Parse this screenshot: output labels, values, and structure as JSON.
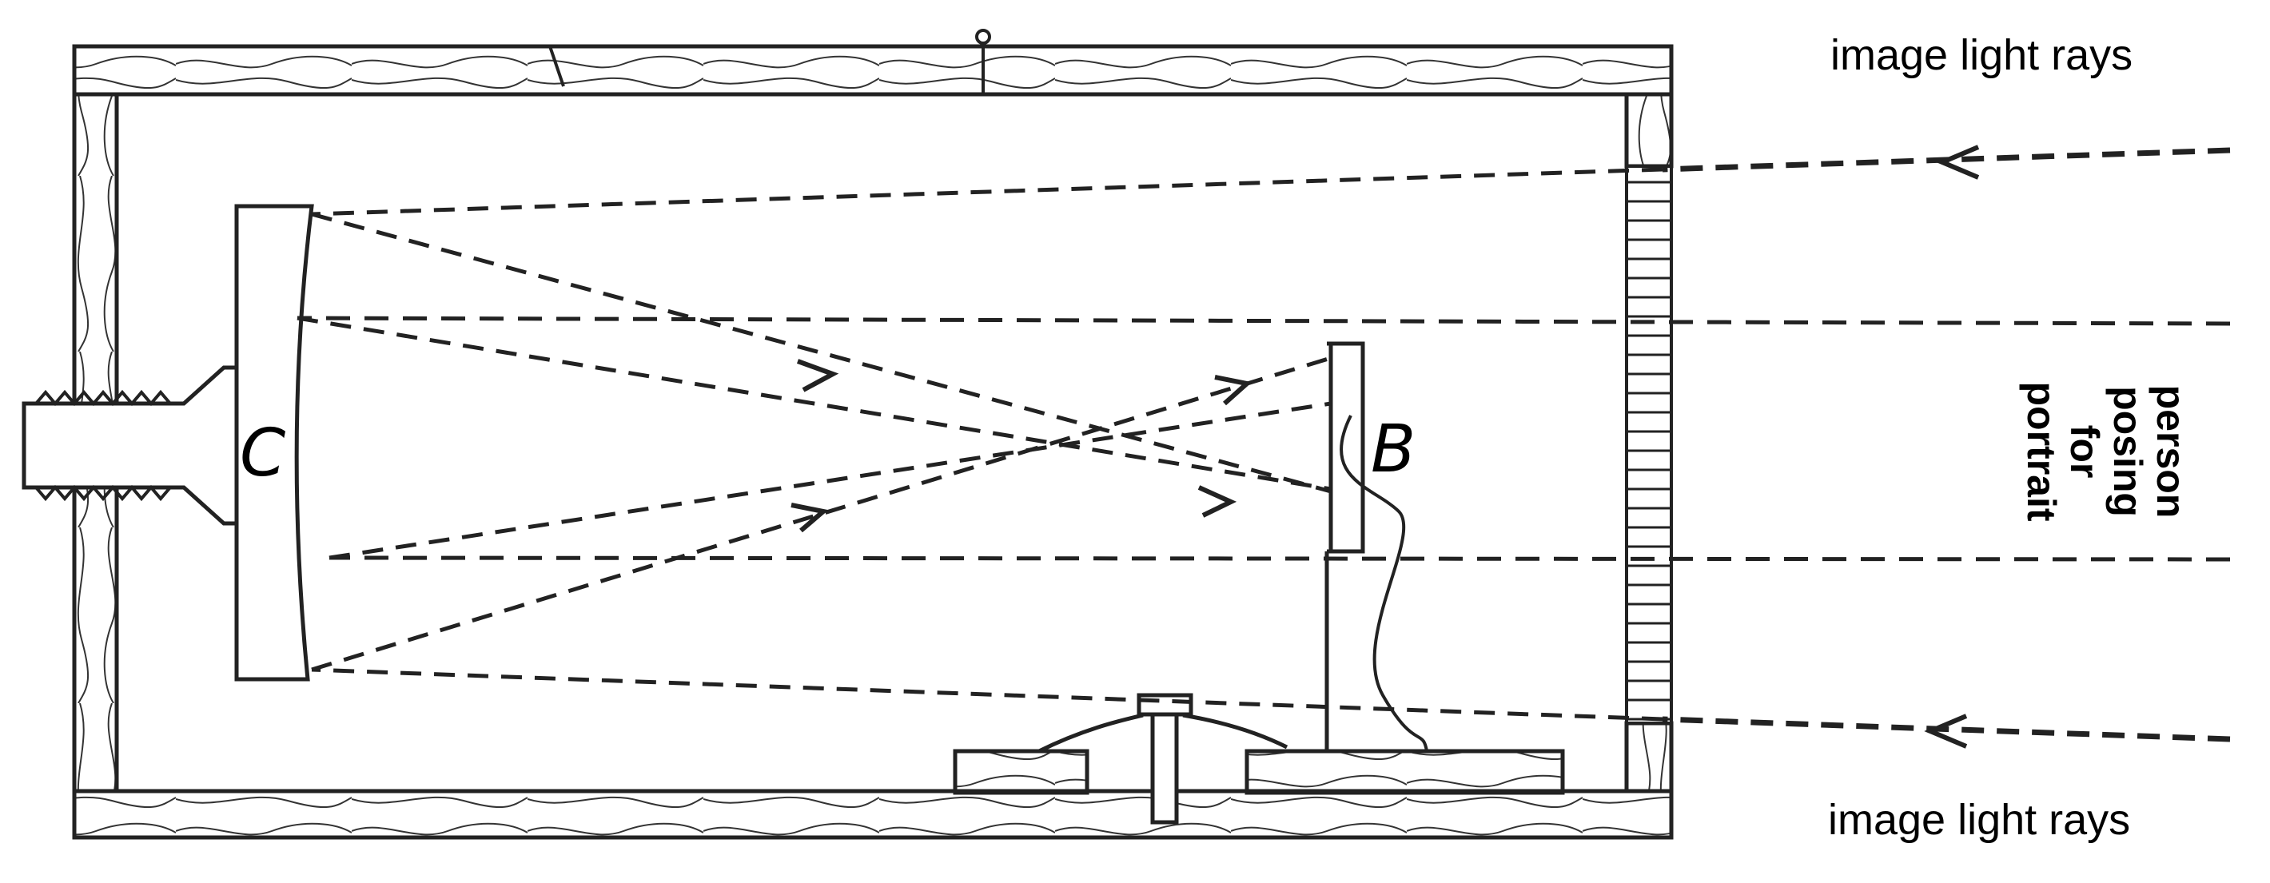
{
  "labels": {
    "top_rays": "image light rays",
    "bottom_rays": "image light rays",
    "subject": [
      "person",
      "posing",
      "for",
      "portrait"
    ]
  },
  "parts": {
    "mirror": "C",
    "plate": "B"
  },
  "colors": {
    "ink": "#222222",
    "background": "#ffffff"
  }
}
